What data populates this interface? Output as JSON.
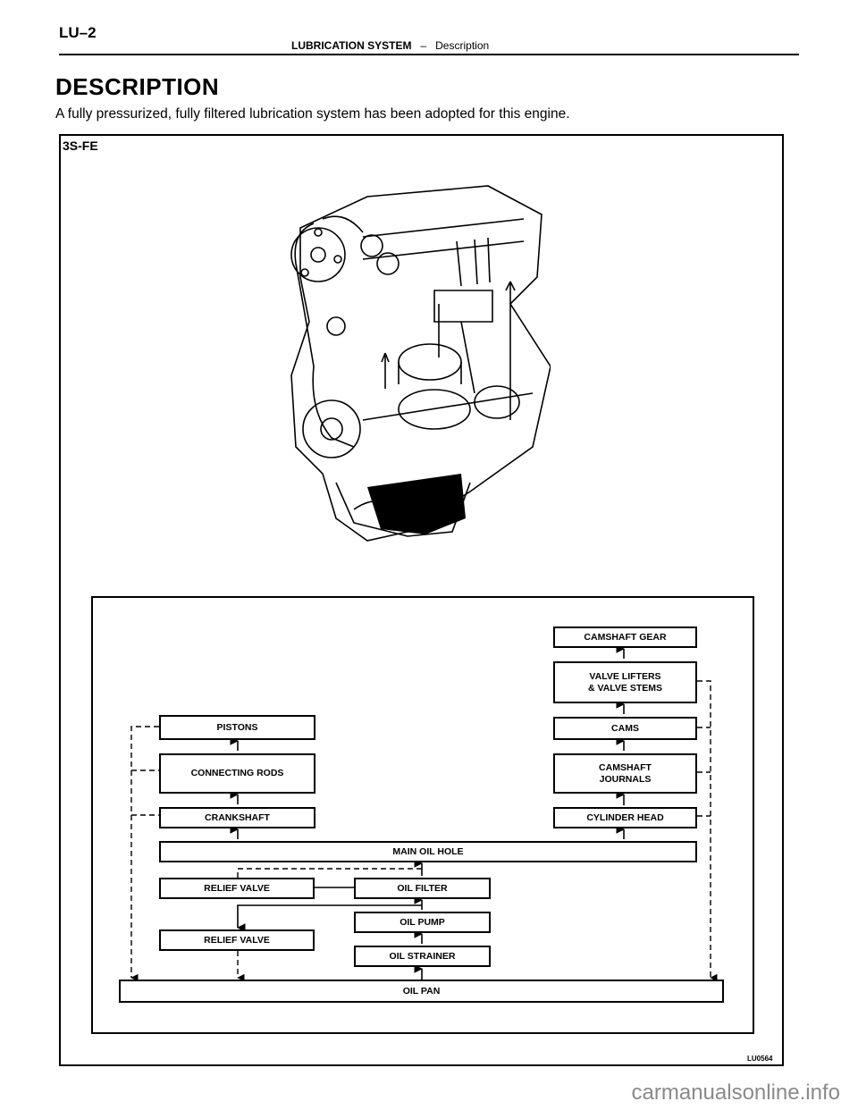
{
  "header": {
    "page_code": "LU–2",
    "system": "LUBRICATION SYSTEM",
    "separator": "–",
    "section": "Description"
  },
  "heading": "DESCRIPTION",
  "intro": "A fully pressurized, fully filtered lubrication system has been adopted for this engine.",
  "figure": {
    "engine_label": "3S-FE",
    "figure_id": "LU0564"
  },
  "flowchart": {
    "camshaft_gear": "CAMSHAFT GEAR",
    "valve_lifters": "VALVE LIFTERS\n& VALVE STEMS",
    "cams": "CAMS",
    "camshaft_journals": "CAMSHAFT\nJOURNALS",
    "cylinder_head": "CYLINDER HEAD",
    "pistons": "PISTONS",
    "connecting_rods": "CONNECTING RODS",
    "crankshaft": "CRANKSHAFT",
    "main_oil_hole": "MAIN OIL HOLE",
    "relief_valve_1": "RELIEF VALVE",
    "oil_filter": "OIL FILTER",
    "oil_pump": "OIL PUMP",
    "relief_valve_2": "RELIEF VALVE",
    "oil_strainer": "OIL STRAINER",
    "oil_pan": "OIL PAN"
  },
  "watermark": "carmanualsonline.info"
}
